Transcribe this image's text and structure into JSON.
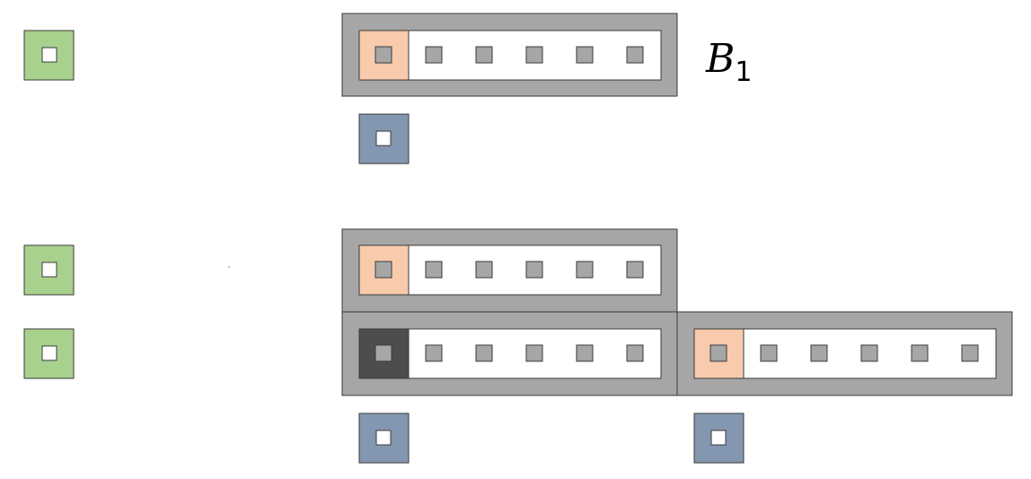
{
  "diagram": {
    "label_main": "B",
    "label_subscript": "1",
    "colors": {
      "green_fill": "#a9d18e",
      "blue_fill": "#8497b0",
      "peach_fill": "#f8cbad",
      "dark_fill": "#4d4d4d",
      "frame_fill": "#a6a6a6",
      "chip_fill": "#a6a6a6",
      "stroke": "#3a3a3a",
      "white": "#ffffff"
    },
    "blocks": [
      {
        "name": "block-b1",
        "first_cell": "peach",
        "cells": 6
      },
      {
        "name": "block-lower-top",
        "first_cell": "peach",
        "cells": 6
      },
      {
        "name": "block-lower-bottom-left",
        "first_cell": "dark",
        "cells": 6
      },
      {
        "name": "block-lower-bottom-right",
        "first_cell": "peach",
        "cells": 6
      }
    ],
    "green_nodes": 3,
    "blue_nodes": 3
  }
}
